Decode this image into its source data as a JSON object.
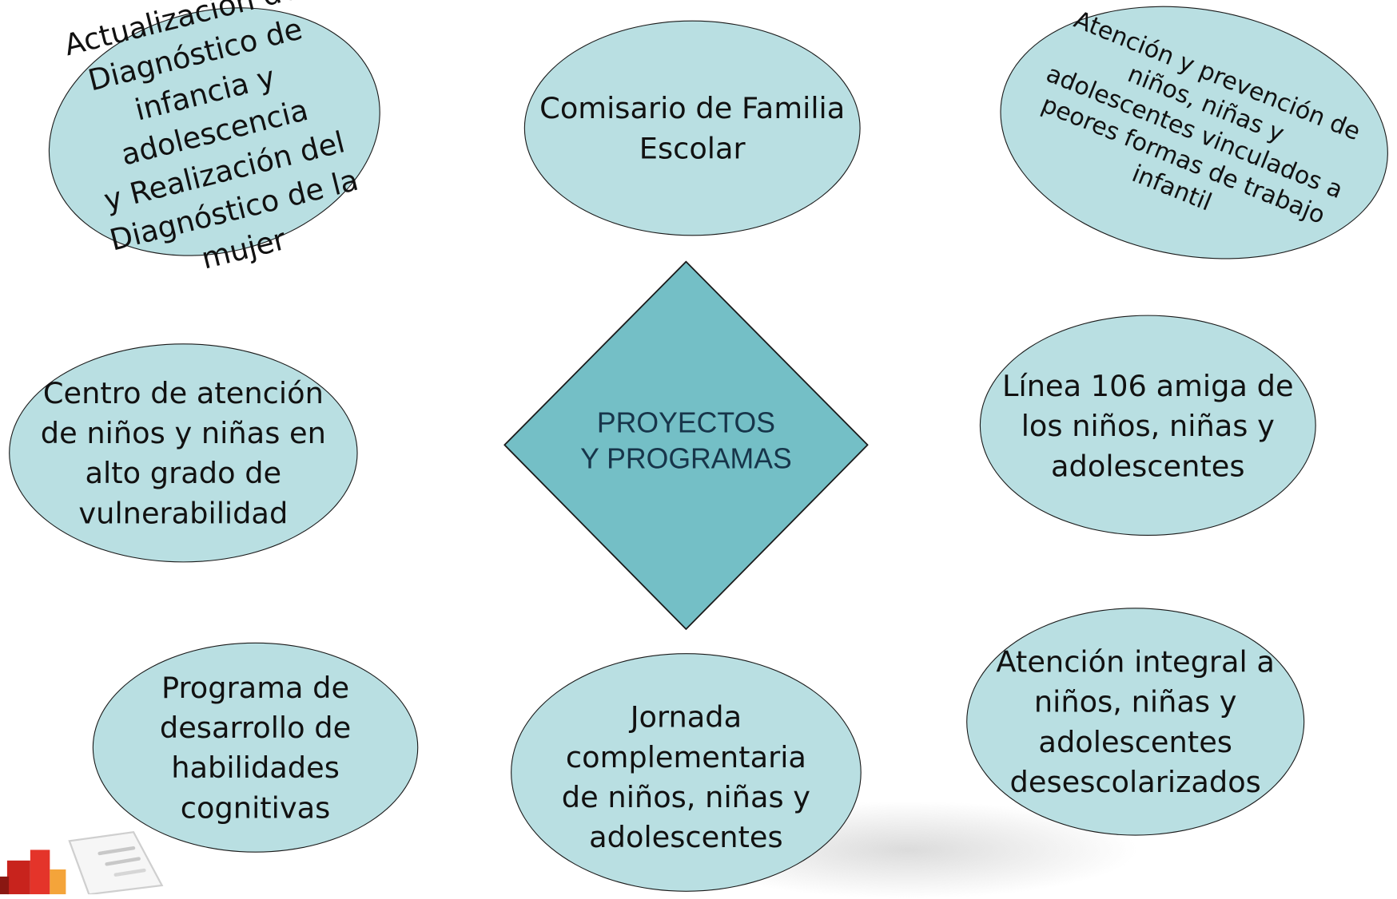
{
  "diagram": {
    "center": {
      "label": "PROYECTOS\nY PROGRAMAS",
      "fill": "#74bfc6"
    },
    "node_fill": "#b9dfe2",
    "nodes": {
      "diagnostico": "Actualización del\nDiagnóstico  de\ninfancia y adolescencia\ny  Realización del\nDiagnóstico de la\nmujer",
      "comisario": "Comisario de Familia\nEscolar",
      "trabajo_infantil": "Atención y prevención de\nniños, niñas  y\nadolescentes vinculados a\npeores formas de trabajo\ninfantil",
      "centro_atencion": "Centro de atención\nde niños y niñas en\nalto grado de\nvulnerabilidad",
      "linea_106": "Línea 106 amiga de\nlos niños, niñas y\nadolescentes",
      "habilidades": "Programa de\ndesarrollo de\nhabilidades\ncognitivas",
      "jornada": "Jornada\ncomplementaria\nde niños, niñas y\nadolescentes",
      "desescolarizados": "Atención integral a\nniños, niñas y\nadolescentes\ndesescolarizados"
    }
  }
}
